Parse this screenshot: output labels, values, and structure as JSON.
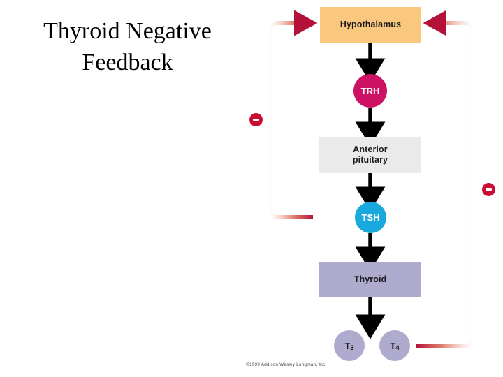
{
  "slide": {
    "title": "Thyroid Negative\nFeedback",
    "copyright": "©1999 Addison Wesley Longman, Inc."
  },
  "diagram": {
    "type": "flow-diagram",
    "subject": "Thyroid hormone negative feedback axis",
    "nodes": [
      {
        "id": "hypothalamus",
        "label": "Hypothalamus",
        "shape": "rect",
        "color": "#fac77e",
        "text_color": "#1b1b1b"
      },
      {
        "id": "trh",
        "label": "TRH",
        "shape": "circle",
        "color": "#cd1265",
        "text_color": "#ffffff"
      },
      {
        "id": "anterior-pituitary",
        "label": "Anterior\npituitary",
        "shape": "rect",
        "color": "#eaeaea",
        "text_color": "#1b1b1b"
      },
      {
        "id": "tsh",
        "label": "TSH",
        "shape": "circle",
        "color": "#19a9dd",
        "text_color": "#ffffff"
      },
      {
        "id": "thyroid",
        "label": "Thyroid",
        "shape": "rect",
        "color": "#aeabcf",
        "text_color": "#1b1b1b"
      },
      {
        "id": "t3",
        "label": "T",
        "subscript": "3",
        "shape": "circle",
        "color": "#aeabcf",
        "text_color": "#111111"
      },
      {
        "id": "t4",
        "label": "T",
        "subscript": "4",
        "shape": "circle",
        "color": "#aeabcf",
        "text_color": "#111111"
      }
    ],
    "stimulatory_arrows": [
      {
        "from": "hypothalamus",
        "to": "trh",
        "color": "#000000"
      },
      {
        "from": "trh",
        "to": "anterior-pituitary",
        "color": "#000000"
      },
      {
        "from": "anterior-pituitary",
        "to": "tsh",
        "color": "#000000"
      },
      {
        "from": "tsh",
        "to": "thyroid",
        "color": "#000000"
      },
      {
        "from": "thyroid",
        "to": "t3",
        "color": "#000000"
      }
    ],
    "feedback_arrows": [
      {
        "id": "short-loop",
        "from": "tsh",
        "to": "hypothalamus",
        "sign": "negative",
        "color": "#b5123a",
        "side": "left"
      },
      {
        "id": "long-loop",
        "from": "t4",
        "to": "hypothalamus",
        "sign": "negative",
        "color": "#b5123a",
        "side": "right"
      }
    ],
    "badges": [
      {
        "id": "minus-left",
        "symbol": "−",
        "meaning": "negative feedback",
        "color": "#cc0d33"
      },
      {
        "id": "minus-right",
        "symbol": "−",
        "meaning": "negative feedback",
        "color": "#cc0d33"
      }
    ]
  }
}
